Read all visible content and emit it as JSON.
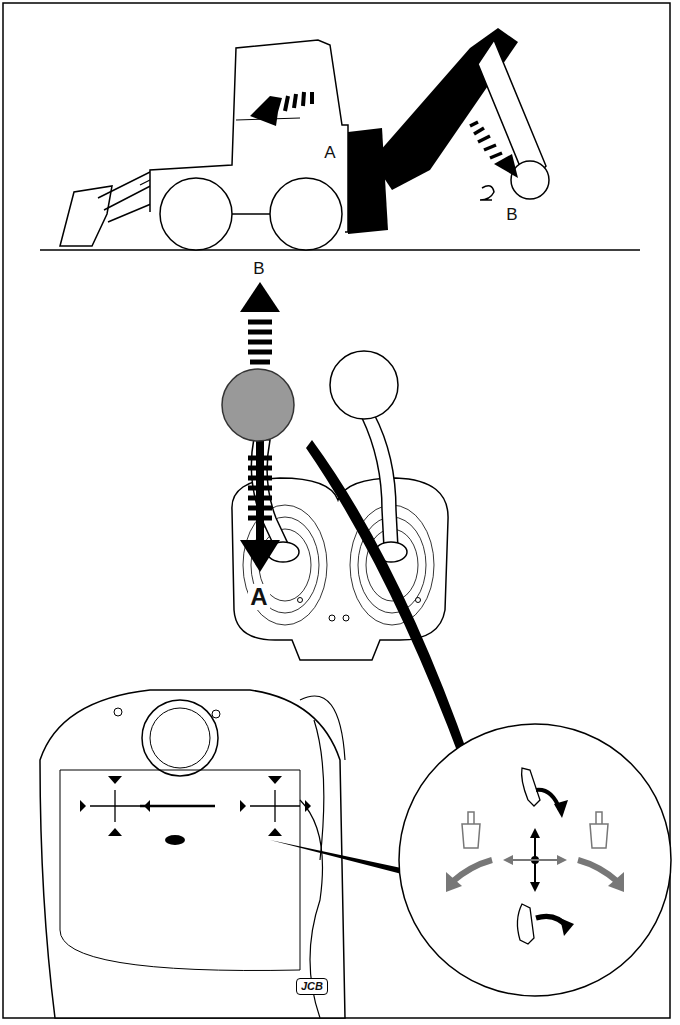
{
  "diagram": {
    "labels": [
      "A",
      "B",
      "B",
      "A",
      "JCB"
    ]
  }
}
